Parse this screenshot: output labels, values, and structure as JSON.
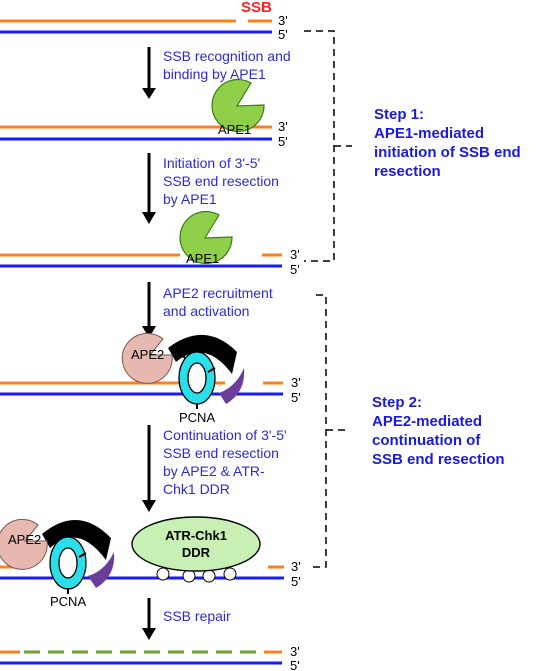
{
  "strand_labels": {
    "three_prime": "3'",
    "five_prime": "5'"
  },
  "ssb_label": "SSB",
  "transitions": [
    {
      "lines": [
        "SSB recognition and",
        "binding by APE1"
      ]
    },
    {
      "lines": [
        "Initiation of 3'-5'",
        "SSB end resection",
        "by APE1"
      ]
    },
    {
      "lines": [
        "APE2 recruitment",
        "and activation"
      ]
    },
    {
      "lines": [
        "Continuation of 3'-5'",
        "SSB end resection",
        "by APE2 & ATR-",
        "Chk1 DDR"
      ]
    },
    {
      "lines": [
        "SSB repair"
      ]
    }
  ],
  "proteins": {
    "ape1": "APE1",
    "ape2": "APE2",
    "pcna": "PCNA",
    "atr_line1": "ATR-Chk1",
    "atr_line2": "DDR"
  },
  "steps": [
    {
      "lines": [
        "Step 1:",
        "APE1-mediated",
        "initiation of SSB end",
        "resection"
      ]
    },
    {
      "lines": [
        "Step 2:",
        "APE2-mediated",
        "continuation of",
        "SSB end resection"
      ]
    }
  ],
  "colors": {
    "top_strand": "#ff7f1e",
    "bottom_strand": "#1a1aff",
    "ssb_label": "#ff2020",
    "transition_text": "#2b2bd6",
    "step_text": "#1a1add",
    "ape1_fill": "#8fcf4a",
    "ape1_stroke": "#3e7a14",
    "ape2_fill": "#e7b8b0",
    "pcna_fill": "#29e0e8",
    "ddr_fill": "#c9f0b4",
    "repair_dash": "#6e9f3a"
  }
}
